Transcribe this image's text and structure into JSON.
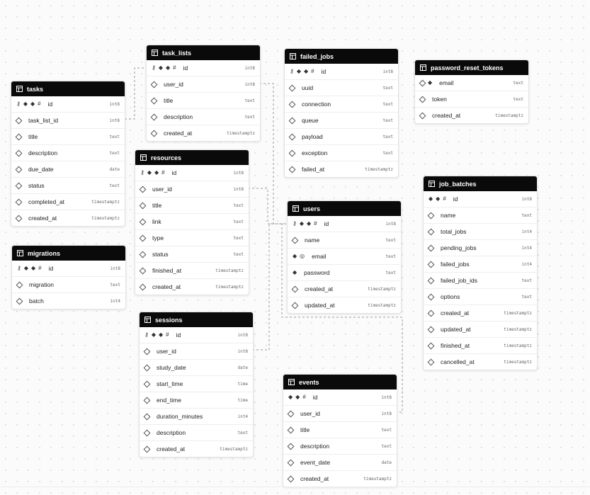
{
  "tables": [
    {
      "id": "tasks",
      "name": "tasks",
      "columns": [
        {
          "name": "id",
          "type": "int8",
          "icons": [
            "pk",
            "fk",
            "nn",
            "idx"
          ]
        },
        {
          "name": "task_list_id",
          "type": "int8",
          "icons": [
            "opt"
          ]
        },
        {
          "name": "title",
          "type": "text",
          "icons": [
            "opt"
          ]
        },
        {
          "name": "description",
          "type": "text",
          "icons": [
            "opt"
          ]
        },
        {
          "name": "due_date",
          "type": "date",
          "icons": [
            "opt"
          ]
        },
        {
          "name": "status",
          "type": "text",
          "icons": [
            "opt"
          ]
        },
        {
          "name": "completed_at",
          "type": "timestamptz",
          "icons": [
            "opt"
          ]
        },
        {
          "name": "created_at",
          "type": "timestamptz",
          "icons": [
            "opt"
          ]
        }
      ]
    },
    {
      "id": "task_lists",
      "name": "task_lists",
      "columns": [
        {
          "name": "id",
          "type": "int8",
          "icons": [
            "pk",
            "fk",
            "nn",
            "idx"
          ]
        },
        {
          "name": "user_id",
          "type": "int8",
          "icons": [
            "opt"
          ]
        },
        {
          "name": "title",
          "type": "text",
          "icons": [
            "opt"
          ]
        },
        {
          "name": "description",
          "type": "text",
          "icons": [
            "opt"
          ]
        },
        {
          "name": "created_at",
          "type": "timestamptz",
          "icons": [
            "opt"
          ]
        }
      ]
    },
    {
      "id": "failed_jobs",
      "name": "failed_jobs",
      "columns": [
        {
          "name": "id",
          "type": "int8",
          "icons": [
            "pk",
            "fk",
            "nn",
            "idx"
          ]
        },
        {
          "name": "uuid",
          "type": "text",
          "icons": [
            "opt"
          ]
        },
        {
          "name": "connection",
          "type": "text",
          "icons": [
            "opt"
          ]
        },
        {
          "name": "queue",
          "type": "text",
          "icons": [
            "opt"
          ]
        },
        {
          "name": "payload",
          "type": "text",
          "icons": [
            "opt"
          ]
        },
        {
          "name": "exception",
          "type": "text",
          "icons": [
            "opt"
          ]
        },
        {
          "name": "failed_at",
          "type": "timestamptz",
          "icons": [
            "opt"
          ]
        }
      ]
    },
    {
      "id": "password_reset_tokens",
      "name": "password_reset_tokens",
      "columns": [
        {
          "name": "email",
          "type": "text",
          "icons": [
            "opt",
            "nn"
          ]
        },
        {
          "name": "token",
          "type": "text",
          "icons": [
            "opt"
          ]
        },
        {
          "name": "created_at",
          "type": "timestamptz",
          "icons": [
            "opt"
          ]
        }
      ]
    },
    {
      "id": "resources",
      "name": "resources",
      "columns": [
        {
          "name": "id",
          "type": "int8",
          "icons": [
            "pk",
            "fk",
            "nn",
            "idx"
          ]
        },
        {
          "name": "user_id",
          "type": "int8",
          "icons": [
            "opt"
          ]
        },
        {
          "name": "title",
          "type": "text",
          "icons": [
            "opt"
          ]
        },
        {
          "name": "link",
          "type": "text",
          "icons": [
            "opt"
          ]
        },
        {
          "name": "type",
          "type": "text",
          "icons": [
            "opt"
          ]
        },
        {
          "name": "status",
          "type": "text",
          "icons": [
            "opt"
          ]
        },
        {
          "name": "finished_at",
          "type": "timestamptz",
          "icons": [
            "opt"
          ]
        },
        {
          "name": "created_at",
          "type": "timestamptz",
          "icons": [
            "opt"
          ]
        }
      ]
    },
    {
      "id": "users",
      "name": "users",
      "columns": [
        {
          "name": "id",
          "type": "int8",
          "icons": [
            "pk",
            "fk",
            "nn",
            "idx"
          ]
        },
        {
          "name": "name",
          "type": "text",
          "icons": [
            "opt"
          ]
        },
        {
          "name": "email",
          "type": "text",
          "icons": [
            "nn",
            "uq"
          ]
        },
        {
          "name": "password",
          "type": "text",
          "icons": [
            "nn"
          ]
        },
        {
          "name": "created_at",
          "type": "timestamptz",
          "icons": [
            "opt"
          ]
        },
        {
          "name": "updated_at",
          "type": "timestamptz",
          "icons": [
            "opt"
          ]
        }
      ]
    },
    {
      "id": "job_batches",
      "name": "job_batches",
      "columns": [
        {
          "name": "id",
          "type": "int8",
          "icons": [
            "fk",
            "nn",
            "idx"
          ]
        },
        {
          "name": "name",
          "type": "text",
          "icons": [
            "opt"
          ]
        },
        {
          "name": "total_jobs",
          "type": "int4",
          "icons": [
            "opt"
          ]
        },
        {
          "name": "pending_jobs",
          "type": "int4",
          "icons": [
            "opt"
          ]
        },
        {
          "name": "failed_jobs",
          "type": "int4",
          "icons": [
            "opt"
          ]
        },
        {
          "name": "failed_job_ids",
          "type": "text",
          "icons": [
            "opt"
          ]
        },
        {
          "name": "options",
          "type": "text",
          "icons": [
            "opt"
          ]
        },
        {
          "name": "created_at",
          "type": "timestamptz",
          "icons": [
            "opt"
          ]
        },
        {
          "name": "updated_at",
          "type": "timestamptz",
          "icons": [
            "opt"
          ]
        },
        {
          "name": "finished_at",
          "type": "timestamptz",
          "icons": [
            "opt"
          ]
        },
        {
          "name": "cancelled_at",
          "type": "timestamptz",
          "icons": [
            "opt"
          ]
        }
      ]
    },
    {
      "id": "migrations",
      "name": "migrations",
      "columns": [
        {
          "name": "id",
          "type": "int8",
          "icons": [
            "pk",
            "fk",
            "nn",
            "idx"
          ]
        },
        {
          "name": "migration",
          "type": "text",
          "icons": [
            "opt"
          ]
        },
        {
          "name": "batch",
          "type": "int4",
          "icons": [
            "opt"
          ]
        }
      ]
    },
    {
      "id": "sessions",
      "name": "sessions",
      "columns": [
        {
          "name": "id",
          "type": "int8",
          "icons": [
            "pk",
            "fk",
            "nn",
            "idx"
          ]
        },
        {
          "name": "user_id",
          "type": "int8",
          "icons": [
            "opt"
          ]
        },
        {
          "name": "study_date",
          "type": "date",
          "icons": [
            "opt"
          ]
        },
        {
          "name": "start_time",
          "type": "time",
          "icons": [
            "opt"
          ]
        },
        {
          "name": "end_time",
          "type": "time",
          "icons": [
            "opt"
          ]
        },
        {
          "name": "duration_minutes",
          "type": "int4",
          "icons": [
            "opt"
          ]
        },
        {
          "name": "description",
          "type": "text",
          "icons": [
            "opt"
          ]
        },
        {
          "name": "created_at",
          "type": "timestamptz",
          "icons": [
            "opt"
          ]
        }
      ]
    },
    {
      "id": "events",
      "name": "events",
      "columns": [
        {
          "name": "id",
          "type": "int8",
          "icons": [
            "fk",
            "nn",
            "idx"
          ]
        },
        {
          "name": "user_id",
          "type": "int8",
          "icons": [
            "opt"
          ]
        },
        {
          "name": "title",
          "type": "text",
          "icons": [
            "opt"
          ]
        },
        {
          "name": "description",
          "type": "text",
          "icons": [
            "opt"
          ]
        },
        {
          "name": "event_date",
          "type": "date",
          "icons": [
            "opt"
          ]
        },
        {
          "name": "created_at",
          "type": "timestamptz",
          "icons": [
            "opt"
          ]
        }
      ]
    }
  ],
  "relations": [
    {
      "from": "tasks.task_list_id",
      "to": "task_lists.id"
    },
    {
      "from": "task_lists.user_id",
      "to": "users.id"
    },
    {
      "from": "resources.user_id",
      "to": "users.id"
    },
    {
      "from": "sessions.user_id",
      "to": "users.id"
    },
    {
      "from": "events.user_id",
      "to": "users.id"
    }
  ],
  "colors": {
    "header_bg": "#0a0a0a",
    "header_text": "#ffffff",
    "connector": "#9a9a9a",
    "row_border": "#eeeeee"
  }
}
